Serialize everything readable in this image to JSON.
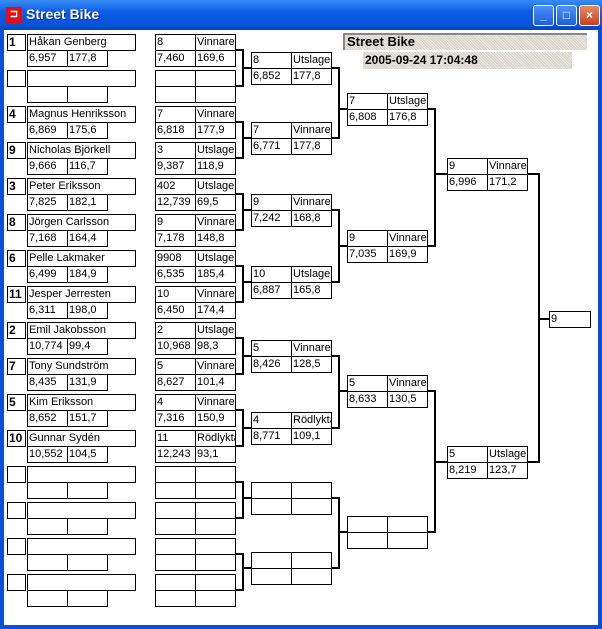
{
  "window": {
    "title": "Street Bike",
    "icon": "bracket-app-icon"
  },
  "header": {
    "title": "Street Bike",
    "datetime": "2005-09-24 17:04:48"
  },
  "round1": [
    {
      "seed": "1",
      "name": "Håkan Genberg",
      "time": "6,957",
      "speed": "177,8"
    },
    {
      "seed": "",
      "name": "",
      "time": "",
      "speed": ""
    },
    {
      "seed": "4",
      "name": "Magnus Henriksson",
      "time": "6,869",
      "speed": "175,6"
    },
    {
      "seed": "9",
      "name": "Nicholas Björkell",
      "time": "9,666",
      "speed": "116,7"
    },
    {
      "seed": "3",
      "name": "Peter Eriksson",
      "time": "7,825",
      "speed": "182,1"
    },
    {
      "seed": "8",
      "name": "Jörgen Carlsson",
      "time": "7,168",
      "speed": "164,4"
    },
    {
      "seed": "6",
      "name": "Pelle Lakmaker",
      "time": "6,499",
      "speed": "184,9"
    },
    {
      "seed": "11",
      "name": "Jesper Jerresten",
      "time": "6,311",
      "speed": "198,0"
    },
    {
      "seed": "2",
      "name": "Emil Jakobsson",
      "time": "10,774",
      "speed": "99,4"
    },
    {
      "seed": "7",
      "name": "Tony Sundström",
      "time": "8,435",
      "speed": "131,9"
    },
    {
      "seed": "5",
      "name": "Kim Eriksson",
      "time": "8,652",
      "speed": "151,7"
    },
    {
      "seed": "10",
      "name": "Gunnar Sydén",
      "time": "10,552",
      "speed": "104,5"
    },
    {
      "seed": "",
      "name": "",
      "time": "",
      "speed": ""
    },
    {
      "seed": "",
      "name": "",
      "time": "",
      "speed": ""
    },
    {
      "seed": "",
      "name": "",
      "time": "",
      "speed": ""
    },
    {
      "seed": "",
      "name": "",
      "time": "",
      "speed": ""
    }
  ],
  "round2": [
    {
      "num": "8",
      "status": "Vinnare",
      "time": "7,460",
      "speed": "169,6"
    },
    {
      "num": "",
      "status": "",
      "time": "",
      "speed": ""
    },
    {
      "num": "7",
      "status": "Vinnare",
      "time": "6,818",
      "speed": "177,9"
    },
    {
      "num": "3",
      "status": "Utslagen",
      "time": "9,387",
      "speed": "118,9"
    },
    {
      "num": "402",
      "status": "Utslagen",
      "time": "12,739",
      "speed": "69,5"
    },
    {
      "num": "9",
      "status": "Vinnare",
      "time": "7,178",
      "speed": "148,8"
    },
    {
      "num": "9908",
      "status": "Utslagen",
      "time": "6,535",
      "speed": "185,4"
    },
    {
      "num": "10",
      "status": "Vinnare",
      "time": "6,450",
      "speed": "174,4"
    },
    {
      "num": "2",
      "status": "Utslagen",
      "time": "10,968",
      "speed": "98,3"
    },
    {
      "num": "5",
      "status": "Vinnare",
      "time": "8,627",
      "speed": "101,4"
    },
    {
      "num": "4",
      "status": "Vinnare",
      "time": "7,316",
      "speed": "150,9"
    },
    {
      "num": "11",
      "status": "Rödlykta",
      "time": "12,243",
      "speed": "93,1"
    },
    {
      "num": "",
      "status": "",
      "time": "",
      "speed": ""
    },
    {
      "num": "",
      "status": "",
      "time": "",
      "speed": ""
    },
    {
      "num": "",
      "status": "",
      "time": "",
      "speed": ""
    },
    {
      "num": "",
      "status": "",
      "time": "",
      "speed": ""
    }
  ],
  "round3": [
    {
      "num": "8",
      "status": "Utslagen",
      "time": "6,852",
      "speed": "177,8"
    },
    {
      "num": "7",
      "status": "Vinnare",
      "time": "6,771",
      "speed": "177,8"
    },
    {
      "num": "9",
      "status": "Vinnare",
      "time": "7,242",
      "speed": "168,8"
    },
    {
      "num": "10",
      "status": "Utslagen",
      "time": "6,887",
      "speed": "165,8"
    },
    {
      "num": "5",
      "status": "Vinnare",
      "time": "8,426",
      "speed": "128,5"
    },
    {
      "num": "4",
      "status": "Rödlykta",
      "time": "8,771",
      "speed": "109,1"
    },
    {
      "num": "",
      "status": "",
      "time": "",
      "speed": ""
    },
    {
      "num": "",
      "status": "",
      "time": "",
      "speed": ""
    }
  ],
  "round4": [
    {
      "num": "7",
      "status": "Utslagen",
      "time": "6,808",
      "speed": "176,8"
    },
    {
      "num": "9",
      "status": "Vinnare",
      "time": "7,035",
      "speed": "169,9"
    },
    {
      "num": "5",
      "status": "Vinnare",
      "time": "8,633",
      "speed": "130,5"
    },
    {
      "num": "",
      "status": "",
      "time": "",
      "speed": ""
    }
  ],
  "round5": [
    {
      "num": "9",
      "status": "Vinnare",
      "time": "6,996",
      "speed": "171,2"
    },
    {
      "num": "5",
      "status": "Utslagen",
      "time": "8,219",
      "speed": "123,7"
    }
  ],
  "final": {
    "winner": "9"
  }
}
